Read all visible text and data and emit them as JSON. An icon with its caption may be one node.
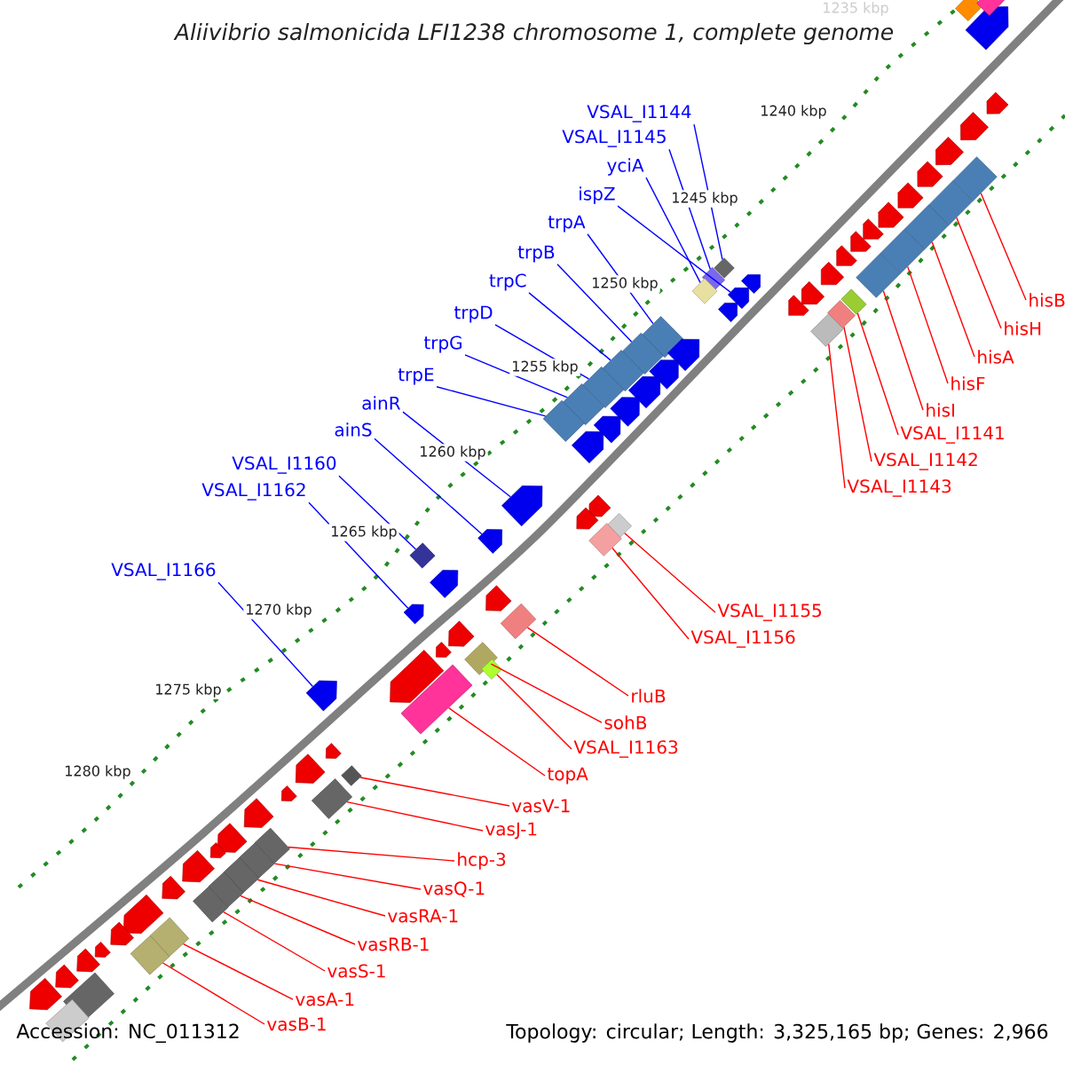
{
  "diagram": {
    "title": "Aliivibrio salmonicida LFI1238 chromosome 1, complete genome",
    "nodes": [
      {
        "text": [
          "VSAL_I1144"
        ]
      },
      {
        "text": [
          "VSAL_I1145"
        ]
      },
      {
        "text": [
          "yciA"
        ]
      },
      {
        "text": [
          "ispZ"
        ]
      },
      {
        "text": [
          "trpA"
        ]
      },
      {
        "text": [
          "trpB"
        ]
      },
      {
        "text": [
          "trpC"
        ]
      },
      {
        "text": [
          "trpD"
        ]
      },
      {
        "text": [
          "trpG"
        ]
      },
      {
        "text": [
          "trpE"
        ]
      },
      {
        "text": [
          "ainR"
        ]
      },
      {
        "text": [
          "ainS"
        ]
      },
      {
        "text": [
          "VSAL_I1160"
        ]
      },
      {
        "text": [
          "VSAL_I1162"
        ]
      },
      {
        "text": [
          "VSAL_I1166"
        ]
      },
      {
        "text": [
          "hisB"
        ]
      },
      {
        "text": [
          "hisH"
        ]
      },
      {
        "text": [
          "hisA"
        ]
      },
      {
        "text": [
          "hisF"
        ]
      },
      {
        "text": [
          "hisI"
        ]
      },
      {
        "text": [
          "VSAL_I1141"
        ]
      },
      {
        "text": [
          "VSAL_I1142"
        ]
      },
      {
        "text": [
          "VSAL_I1143"
        ]
      },
      {
        "text": [
          "VSAL_I1155"
        ]
      },
      {
        "text": [
          "VSAL_I1156"
        ]
      },
      {
        "text": [
          "rluB"
        ]
      },
      {
        "text": [
          "sohB"
        ]
      },
      {
        "text": [
          "VSAL_I1163"
        ]
      },
      {
        "text": [
          "topA"
        ]
      },
      {
        "text": [
          "vasV-1"
        ]
      },
      {
        "text": [
          "vasJ-1"
        ]
      },
      {
        "text": [
          "hcp-3"
        ]
      },
      {
        "text": [
          "vasQ-1"
        ]
      },
      {
        "text": [
          "vasRA-1"
        ]
      },
      {
        "text": [
          "vasRB-1"
        ]
      },
      {
        "text": [
          "vasS-1"
        ]
      },
      {
        "text": [
          "vasA-1"
        ]
      },
      {
        "text": [
          "vasB-1"
        ]
      },
      {
        "text": [],
        "shape": "diamond"
      },
      {
        "text": [],
        "shape": "diamond"
      },
      {
        "text": [],
        "shape": "diamond"
      },
      {
        "text": [],
        "shape": "arrow"
      },
      {
        "text": [],
        "shape": "diamond"
      },
      {
        "text": [],
        "shape": "diamond"
      },
      {
        "text": [],
        "shape": "diamond"
      },
      {
        "text": [],
        "shape": "diamond"
      },
      {
        "text": [],
        "shape": "diamond"
      },
      {
        "text": [],
        "shape": "diamond"
      },
      {
        "text": [],
        "shape": "arrow"
      },
      {
        "text": [],
        "shape": "arrow"
      },
      {
        "text": [],
        "shape": "diamond"
      },
      {
        "text": [],
        "shape": "arrow"
      },
      {
        "text": [],
        "shape": "arrow"
      },
      {
        "text": [],
        "shape": "diamond"
      },
      {
        "text": [],
        "shape": "diamond"
      },
      {
        "text": [],
        "shape": "diamond"
      },
      {
        "text": [],
        "shape": "diamond"
      },
      {
        "text": [],
        "shape": "diamond"
      },
      {
        "text": [],
        "shape": "diamond"
      },
      {
        "text": [],
        "shape": "diamond"
      },
      {
        "text": [],
        "shape": "diamond"
      },
      {
        "text": [],
        "shape": "diamond"
      },
      {
        "text": [],
        "shape": "diamond"
      },
      {
        "text": [],
        "shape": "diamond"
      },
      {
        "text": [],
        "shape": "diamond"
      },
      {
        "text": [],
        "shape": "diamond"
      },
      {
        "text": [],
        "shape": "bar"
      },
      {
        "text": [],
        "shape": "diamond"
      },
      {
        "text": [],
        "shape": "diamond"
      },
      {
        "text": [],
        "shape": "diamond"
      },
      {
        "text": [],
        "shape": "diamond"
      },
      {
        "text": [],
        "shape": "diamond"
      },
      {
        "text": [],
        "shape": "diamond"
      },
      {
        "text": [],
        "shape": "diamond"
      },
      {
        "text": [],
        "shape": "diamond"
      },
      {
        "text": [],
        "shape": "diamond"
      },
      {
        "text": [],
        "shape": "arrow"
      },
      {
        "text": [],
        "shape": "arrow"
      },
      {
        "text": [],
        "shape": "arrow"
      },
      {
        "text": [],
        "shape": "arrow"
      },
      {
        "text": [],
        "shape": "arrow"
      },
      {
        "text": [],
        "shape": "arrow"
      },
      {
        "text": [],
        "shape": "arrow"
      },
      {
        "text": [],
        "shape": "arrow"
      },
      {
        "text": [],
        "shape": "arrow"
      },
      {
        "text": [],
        "shape": "arrow"
      },
      {
        "text": [],
        "shape": "arrow"
      },
      {
        "text": [],
        "shape": "arrow"
      },
      {
        "text": [],
        "shape": "arrow"
      },
      {
        "text": [],
        "shape": "arrow"
      },
      {
        "text": [],
        "shape": "arrow"
      },
      {
        "text": [],
        "shape": "arrow"
      },
      {
        "text": [],
        "shape": "arrow"
      },
      {
        "text": [],
        "shape": "arrow"
      },
      {
        "text": [],
        "shape": "arrow"
      },
      {
        "text": [],
        "shape": "arrow"
      },
      {
        "text": [],
        "shape": "arrow"
      },
      {
        "text": [],
        "shape": "arrow"
      },
      {
        "text": [],
        "shape": "diamond"
      },
      {
        "text": [],
        "shape": "diamond"
      },
      {
        "text": [],
        "shape": "arrow"
      },
      {
        "text": [],
        "shape": "arrow"
      },
      {
        "text": [],
        "shape": "arrow"
      },
      {
        "text": [],
        "shape": "arrow"
      },
      {
        "text": [],
        "shape": "arrow"
      },
      {
        "text": [],
        "shape": "arrow"
      },
      {
        "text": [],
        "shape": "arrow"
      },
      {
        "text": [],
        "shape": "bar"
      },
      {
        "text": [],
        "shape": "bar"
      },
      {
        "text": [],
        "shape": "arrow"
      },
      {
        "text": [],
        "shape": "arrow"
      },
      {
        "text": [],
        "shape": "arrow"
      },
      {
        "text": [],
        "shape": "arrow"
      },
      {
        "text": [],
        "shape": "arrow"
      },
      {
        "text": [],
        "shape": "arrow"
      },
      {
        "text": [],
        "shape": "arrow"
      },
      {
        "text": [],
        "shape": "arrow"
      },
      {
        "text": [],
        "shape": "arrow"
      },
      {
        "text": [],
        "shape": "arrow"
      },
      {
        "text": [],
        "shape": "arrow"
      },
      {
        "text": [],
        "shape": "arrow"
      },
      {
        "text": [],
        "shape": "arrow"
      }
    ],
    "edges": [
      {
        "from": 0,
        "to": 38,
        "arrow": "none",
        "color": "#0000ff"
      },
      {
        "from": 1,
        "to": 39,
        "arrow": "none",
        "color": "#0000ff"
      },
      {
        "from": 2,
        "to": 40,
        "arrow": "none",
        "color": "#0000ff"
      },
      {
        "from": 3,
        "to": 41,
        "arrow": "none",
        "color": "#0000ff"
      },
      {
        "from": 4,
        "to": 42,
        "arrow": "none",
        "color": "#0000ff"
      },
      {
        "from": 5,
        "to": 43,
        "arrow": "none",
        "color": "#0000ff"
      },
      {
        "from": 6,
        "to": 44,
        "arrow": "none",
        "color": "#0000ff"
      },
      {
        "from": 7,
        "to": 45,
        "arrow": "none",
        "color": "#0000ff"
      },
      {
        "from": 8,
        "to": 46,
        "arrow": "none",
        "color": "#0000ff"
      },
      {
        "from": 9,
        "to": 47,
        "arrow": "none",
        "color": "#0000ff"
      },
      {
        "from": 10,
        "to": 48,
        "arrow": "none",
        "color": "#0000ff"
      },
      {
        "from": 11,
        "to": 49,
        "arrow": "none",
        "color": "#0000ff"
      },
      {
        "from": 12,
        "to": 50,
        "arrow": "none",
        "color": "#0000ff"
      },
      {
        "from": 13,
        "to": 51,
        "arrow": "none",
        "color": "#0000ff"
      },
      {
        "from": 14,
        "to": 52,
        "arrow": "none",
        "color": "#0000ff"
      },
      {
        "from": 15,
        "to": 53,
        "arrow": "none"
      },
      {
        "from": 16,
        "to": 54,
        "arrow": "none"
      },
      {
        "from": 17,
        "to": 55,
        "arrow": "none"
      },
      {
        "from": 18,
        "to": 56,
        "arrow": "none"
      },
      {
        "from": 19,
        "to": 57,
        "arrow": "none"
      },
      {
        "from": 20,
        "to": 58,
        "arrow": "none"
      },
      {
        "from": 21,
        "to": 59,
        "arrow": "none"
      },
      {
        "from": 22,
        "to": 60,
        "arrow": "none"
      },
      {
        "from": 23,
        "to": 61,
        "arrow": "none"
      },
      {
        "from": 24,
        "to": 62,
        "arrow": "none"
      },
      {
        "from": 25,
        "to": 63,
        "arrow": "none"
      },
      {
        "from": 26,
        "to": 64,
        "arrow": "none"
      },
      {
        "from": 27,
        "to": 65,
        "arrow": "none"
      },
      {
        "from": 28,
        "to": 66,
        "arrow": "none"
      },
      {
        "from": 29,
        "to": 67,
        "arrow": "none"
      },
      {
        "from": 30,
        "to": 68,
        "arrow": "none"
      },
      {
        "from": 31,
        "to": 69,
        "arrow": "none"
      },
      {
        "from": 32,
        "to": 70,
        "arrow": "none"
      },
      {
        "from": 33,
        "to": 71,
        "arrow": "none"
      },
      {
        "from": 34,
        "to": 72,
        "arrow": "none"
      },
      {
        "from": 35,
        "to": 73,
        "arrow": "none"
      },
      {
        "from": 36,
        "to": 74,
        "arrow": "none"
      },
      {
        "from": 37,
        "to": 75,
        "arrow": "none"
      }
    ],
    "labels": [
      "1235 kbp",
      "1240 kbp",
      "1245 kbp",
      "1250 kbp",
      "1255 kbp",
      "1260 kbp",
      "1265 kbp",
      "1270 kbp",
      "1275 kbp",
      "1280 kbp",
      "Accession: NC_011312",
      "Topology: circular; Length: 3,325,165 bp; Genes: 2,966"
    ]
  }
}
